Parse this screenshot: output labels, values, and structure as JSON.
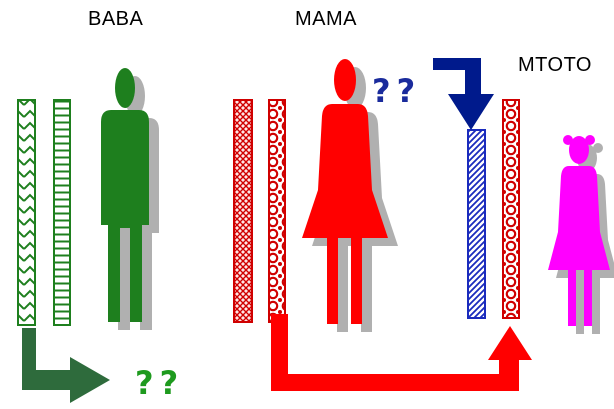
{
  "labels": {
    "father": "BABA",
    "mother": "MAMA",
    "child": "MTOTO"
  },
  "question_marks": {
    "mother": "??",
    "father": "??"
  },
  "colors": {
    "father": "#1e7f1e",
    "father_arrow": "#2e6b3c",
    "mother": "#ff0000",
    "mother_arrow": "#ff0000",
    "chromosome_blue": "#1a2bbd",
    "blue_arrow": "#001a8c",
    "child": "#ff00ff",
    "shadow": "#b0b0b0",
    "qm_blue": "#1a2b9c",
    "qm_green": "#1e9a1e"
  },
  "icons": {
    "father": "man-figure-icon",
    "mother": "woman-figure-icon",
    "child": "girl-figure-icon"
  }
}
